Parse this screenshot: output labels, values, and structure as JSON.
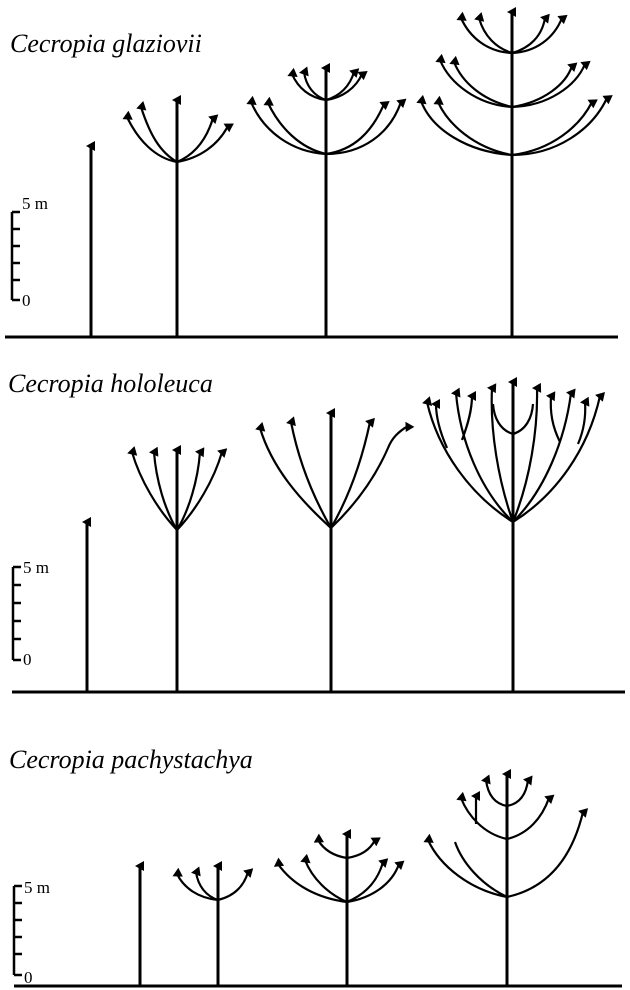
{
  "panels": [
    {
      "title": "Cecropia glaziovii",
      "scale_top": "5 m",
      "scale_bottom": "0"
    },
    {
      "title": "Cecropia hololeuca",
      "scale_top": "5 m",
      "scale_bottom": "0"
    },
    {
      "title": "Cecropia pachystachya",
      "scale_top": "5 m",
      "scale_bottom": "0"
    }
  ]
}
